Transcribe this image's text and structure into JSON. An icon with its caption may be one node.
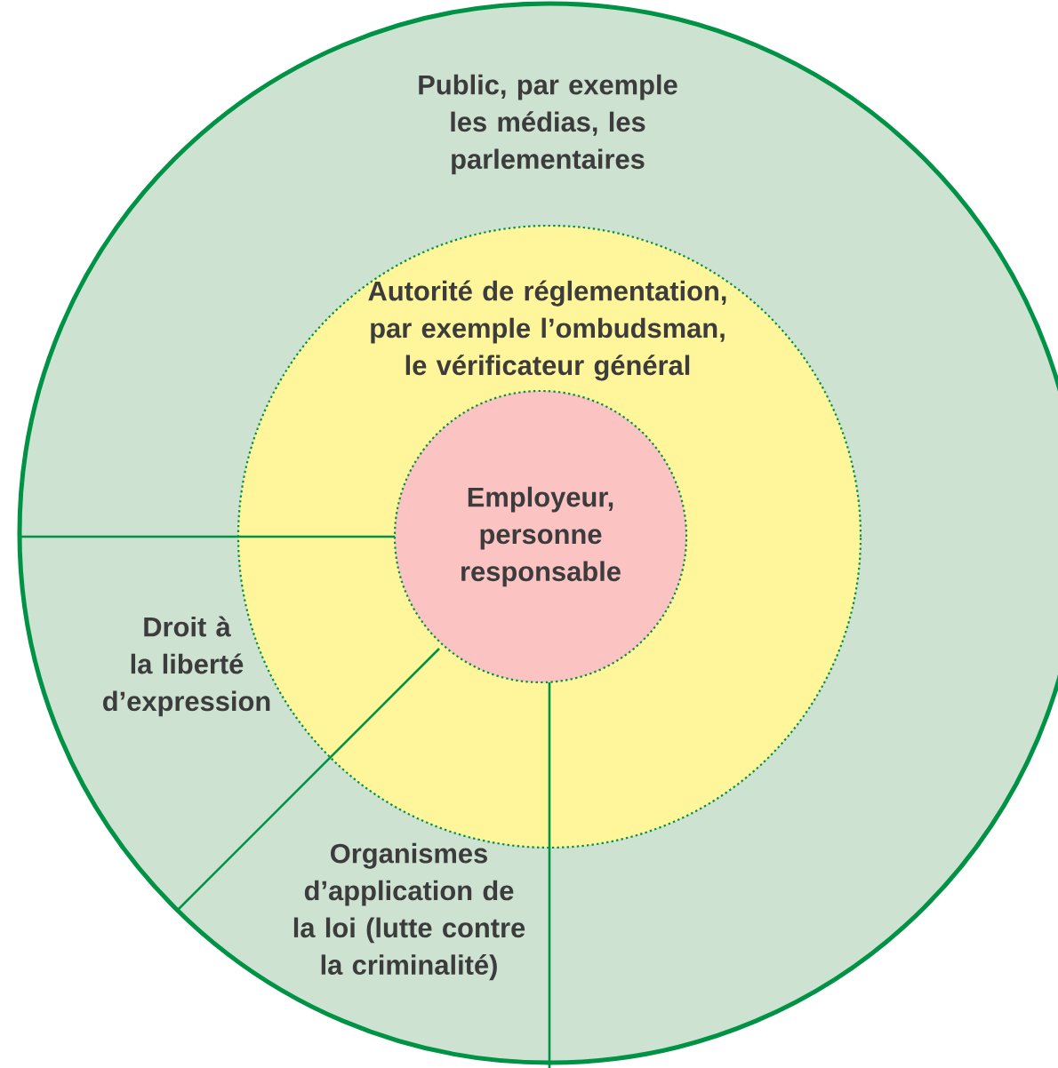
{
  "diagram": {
    "nodes": [
      {
        "text": [
          "Public, par exemple les médias, les parlementaires"
        ]
      },
      {
        "text": [
          "Autorité de réglementation, par exemple l’ombudsman, le vérificateur général"
        ],
        "in": 0
      },
      {
        "text": [
          "Employeur, personne responsable"
        ],
        "in": 1
      },
      {
        "text": [
          "Droit à la liberté d’expression"
        ],
        "in": 0
      },
      {
        "text": [
          "Organismes d’application de la loi (lutte contre la criminalité)"
        ],
        "in": 0
      }
    ]
  }
}
